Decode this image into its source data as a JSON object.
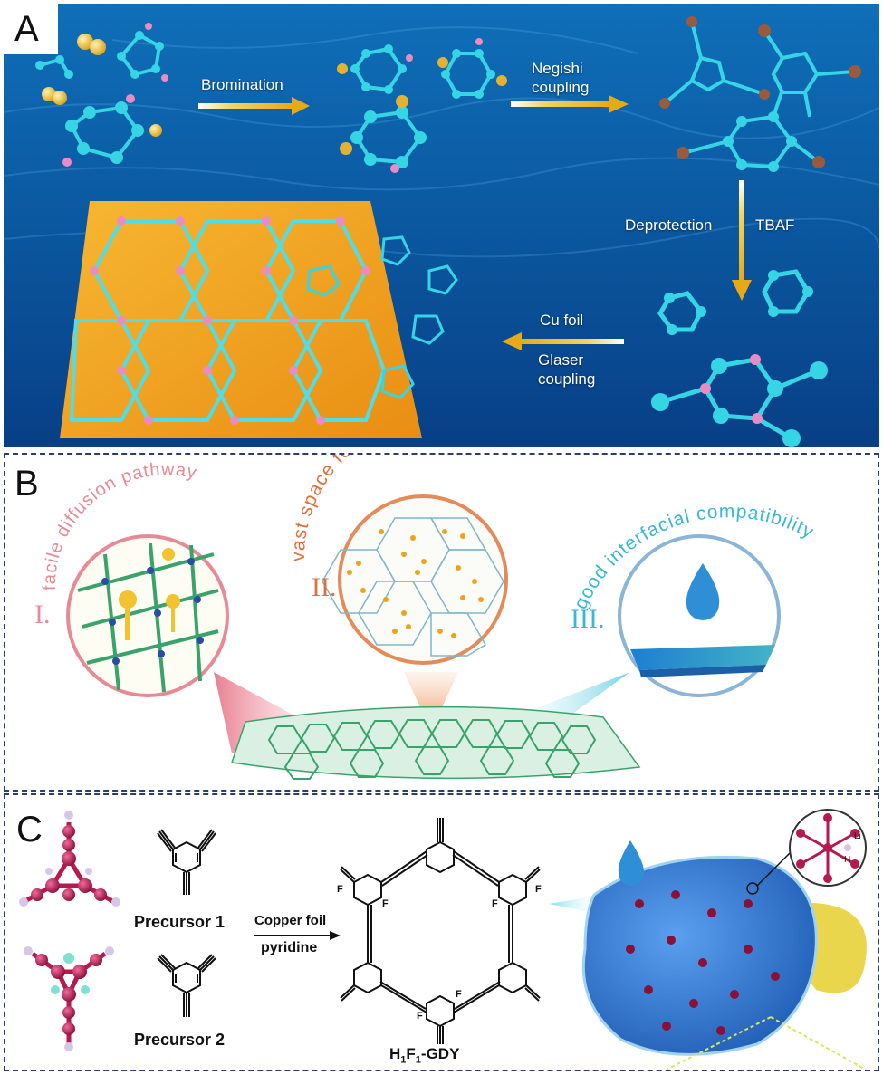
{
  "panel_a": {
    "letter": "A",
    "steps": {
      "bromination": "Bromination",
      "negishi_line1": "Negishi",
      "negishi_line2": "coupling",
      "deprotection": "Deprotection",
      "tbaf": "TBAF",
      "cu_foil": "Cu foil",
      "glaser_line1": "Glaser",
      "glaser_line2": "coupling"
    }
  },
  "panel_b": {
    "letter": "B",
    "arc_texts": {
      "left": "facile diffusion pathway",
      "center": "vast space for volume expansion",
      "right": "good interfacial compatibility"
    },
    "numerals": [
      "I.",
      "II.",
      "III."
    ]
  },
  "panel_c": {
    "letter": "C",
    "precursor_1": "Precursor 1",
    "precursor_2": "Precursor 2",
    "conditions_top": "Copper foil",
    "conditions_bottom": "pyridine",
    "product_prefix": "H",
    "product_sub1": "1",
    "product_mid": "F",
    "product_sub2": "1",
    "product_suffix": "-GDY",
    "atom_labels": [
      "F",
      "F",
      "F",
      "F",
      "F",
      "F"
    ],
    "inset_atoms": [
      "Li",
      "H"
    ]
  },
  "colors": {
    "ocean_top": "#0f6fb8",
    "ocean_bottom": "#083f86",
    "gold_sheet": "#f2a31c",
    "carbon_cyan": "#35d5e6",
    "arrow_gold": "#f1c232",
    "pink_text": "#e88a96",
    "orange_text": "#e0703a",
    "teal_text": "#37b8d6",
    "network_green": "#3aa36b",
    "crimson_atom": "#b5194d",
    "blue_blob": "#3f7fd6",
    "yellow_blob": "#e8d23a"
  }
}
